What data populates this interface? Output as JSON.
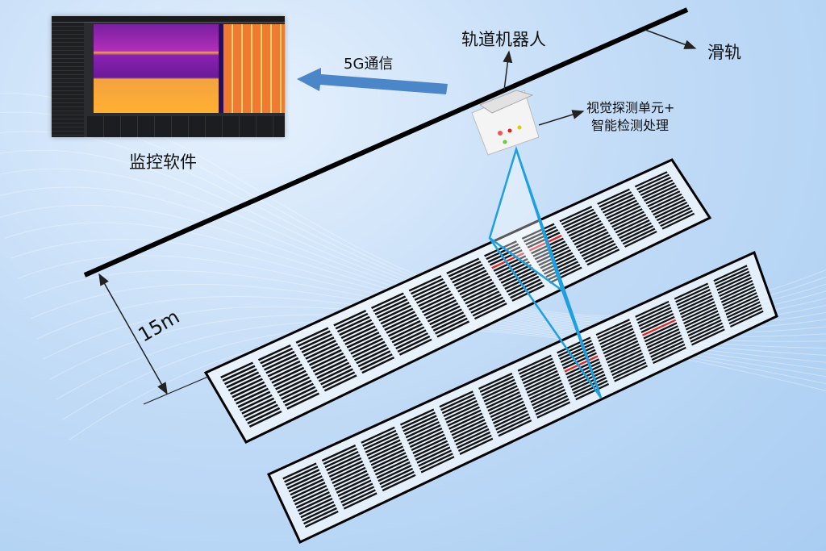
{
  "labels": {
    "robot": "轨道机器人",
    "rail": "滑轨",
    "vision_unit_line1": "视觉探测单元+",
    "vision_unit_line2": "智能检测处理",
    "communication": "5G通信",
    "monitor_software": "监控软件",
    "distance": "15m"
  },
  "colors": {
    "rail": "#000000",
    "comm_arrow": "#4a86c8",
    "fov_cone": "#1ea0e0",
    "defect": "#e0201c",
    "panel_frame": "#000000"
  },
  "panel_strips": [
    {
      "modules": 12,
      "defect_modules": [
        7,
        8
      ]
    },
    {
      "modules": 12,
      "defect_modules": [
        9,
        7
      ]
    }
  ]
}
